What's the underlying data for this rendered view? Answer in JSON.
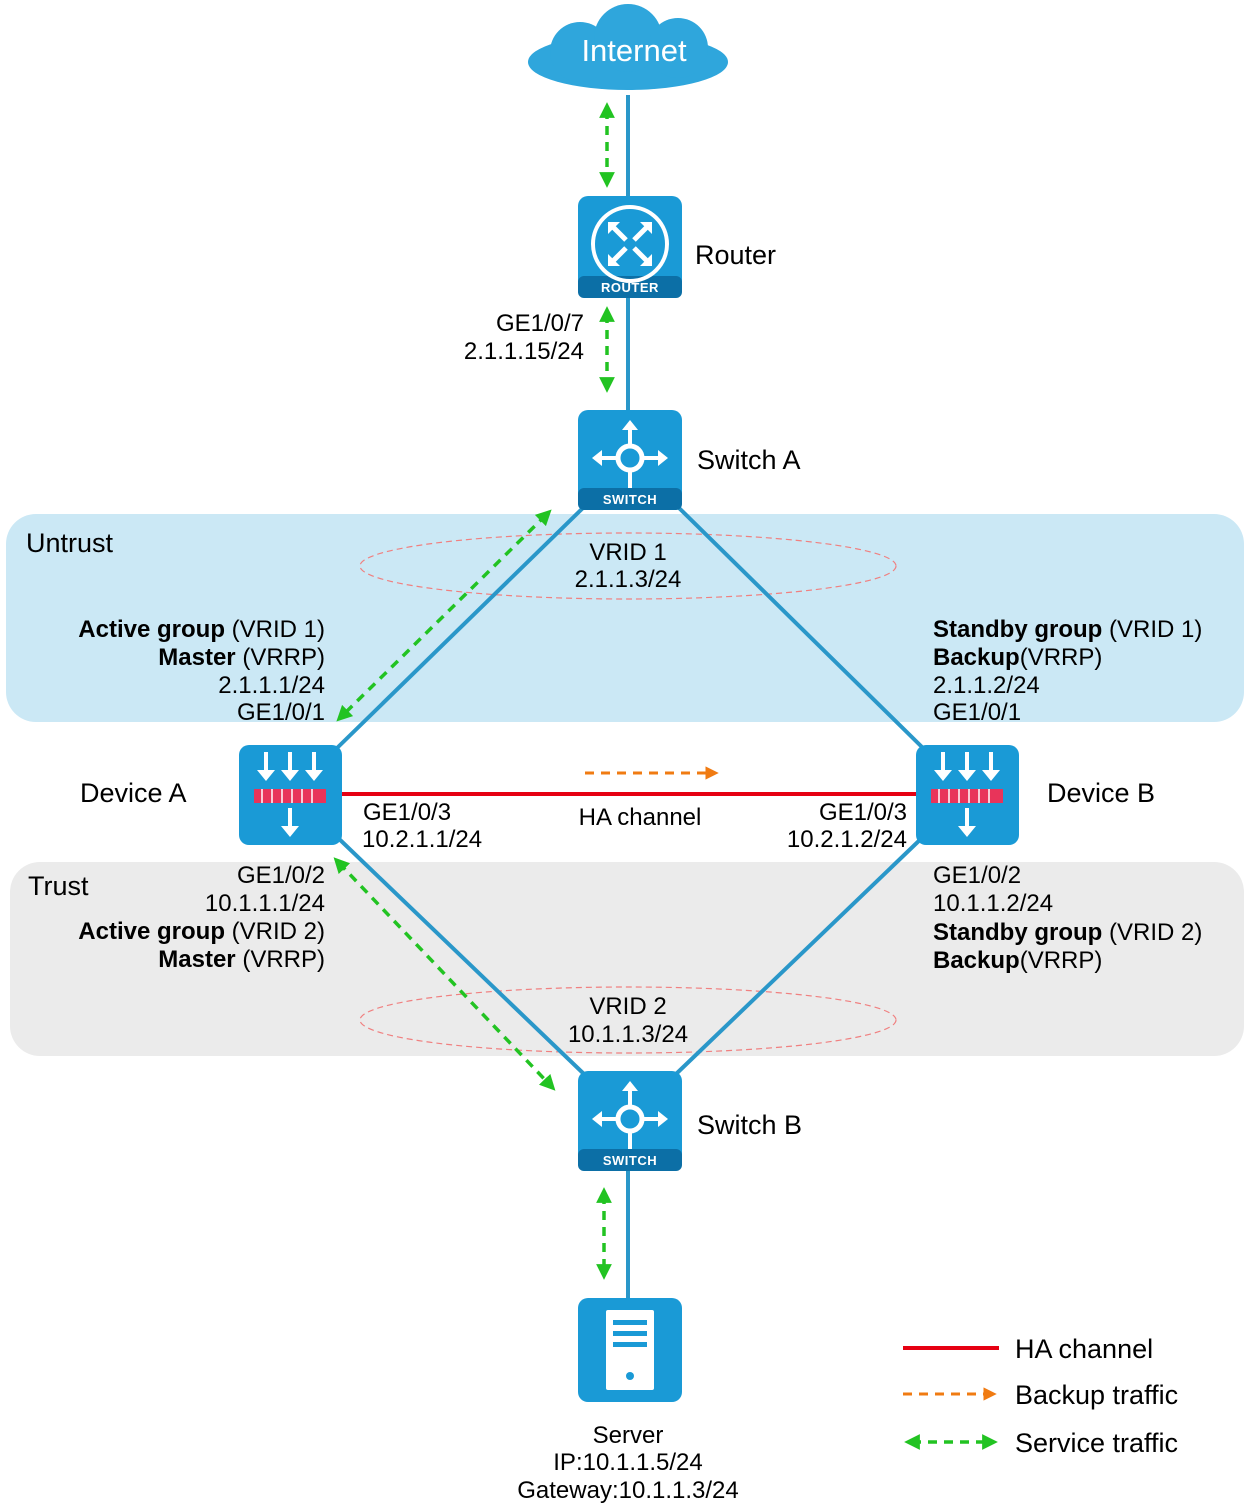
{
  "colors": {
    "device": "#1a9ad6",
    "device_dark": "#0c6fa6",
    "link": "#2a97c9",
    "ha_channel": "#e60012",
    "backup_traffic": "#f07b12",
    "service_traffic": "#22c322",
    "untrust_zone": "#cbe8f5",
    "trust_zone": "#ebebeb",
    "vrid_ellipse": "#f08080"
  },
  "internet": {
    "label": "Internet",
    "icon": "cloud-icon"
  },
  "router": {
    "label": "Router",
    "badge": "ROUTER",
    "icon": "router-icon",
    "if_name": "GE1/0/7",
    "if_ip": "2.1.1.15/24"
  },
  "switch_a": {
    "label": "Switch A",
    "badge": "SWITCH",
    "icon": "switch-icon"
  },
  "switch_b": {
    "label": "Switch B",
    "badge": "SWITCH",
    "icon": "switch-icon"
  },
  "zones": {
    "untrust": "Untrust",
    "trust": "Trust"
  },
  "vrid1": {
    "title": "VRID 1",
    "ip": "2.1.1.3/24"
  },
  "vrid2": {
    "title": "VRID 2",
    "ip": "10.1.1.3/24"
  },
  "device_a": {
    "label": "Device A",
    "icon": "firewall-icon",
    "up": {
      "group_bold": "Active group",
      "group_rest": " (VRID 1)",
      "role_bold": "Master",
      "role_rest": " (VRRP)",
      "ip": "2.1.1.1/24",
      "if_name": "GE1/0/1"
    },
    "ha": {
      "if_name": "GE1/0/3",
      "ip": "10.2.1.1/24"
    },
    "down": {
      "if_name": "GE1/0/2",
      "ip": "10.1.1.1/24",
      "group_bold": "Active group",
      "group_rest": " (VRID 2)",
      "role_bold": "Master",
      "role_rest": " (VRRP)"
    }
  },
  "device_b": {
    "label": "Device B",
    "icon": "firewall-icon",
    "up": {
      "group_bold": "Standby group",
      "group_rest": " (VRID 1)",
      "role_bold": "Backup",
      "role_rest": "(VRRP)",
      "ip": "2.1.1.2/24",
      "if_name": "GE1/0/1"
    },
    "ha": {
      "if_name": "GE1/0/3",
      "ip": "10.2.1.2/24"
    },
    "down": {
      "if_name": "GE1/0/2",
      "ip": "10.1.1.2/24",
      "group_bold": "Standby group",
      "group_rest": " (VRID 2)",
      "role_bold": "Backup",
      "role_rest": "(VRRP)"
    }
  },
  "ha_channel_label": "HA channel",
  "server": {
    "label": "Server",
    "ip": "IP:10.1.1.5/24",
    "gateway": "Gateway:10.1.1.3/24",
    "icon": "server-icon"
  },
  "legend": [
    {
      "label": "HA channel",
      "style": "solid-red"
    },
    {
      "label": "Backup traffic",
      "style": "dashed-orange-arrow"
    },
    {
      "label": "Service traffic",
      "style": "dashed-green-double-arrow"
    }
  ]
}
